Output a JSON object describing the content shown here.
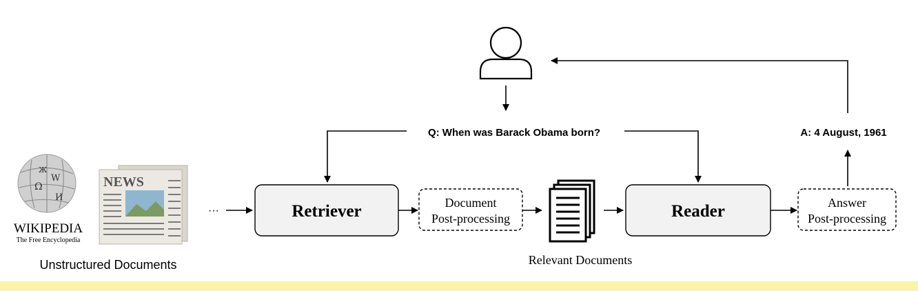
{
  "question": "Q: When was Barack Obama born?",
  "answer": "A: 4 August, 1961",
  "nodes": {
    "retriever": "Retriever",
    "reader": "Reader",
    "doc_post_line1": "Document",
    "doc_post_line2": "Post-processing",
    "ans_post_line1": "Answer",
    "ans_post_line2": "Post-processing",
    "relevant_docs": "Relevant Documents",
    "unstructured_docs": "Unstructured Documents",
    "ellipsis": "···"
  },
  "wikipedia": {
    "name": "WIKIPEDIA",
    "tagline": "The Free Encyclopedia"
  },
  "news": {
    "masthead": "NEWS"
  },
  "colors": {
    "stroke": "#000000",
    "box_fill": "#f2f2f2",
    "band": "#fbf4a6",
    "globe": "#c9c9c9",
    "news_paper": "#e8e6df",
    "news_image": "#8fb6cf"
  }
}
